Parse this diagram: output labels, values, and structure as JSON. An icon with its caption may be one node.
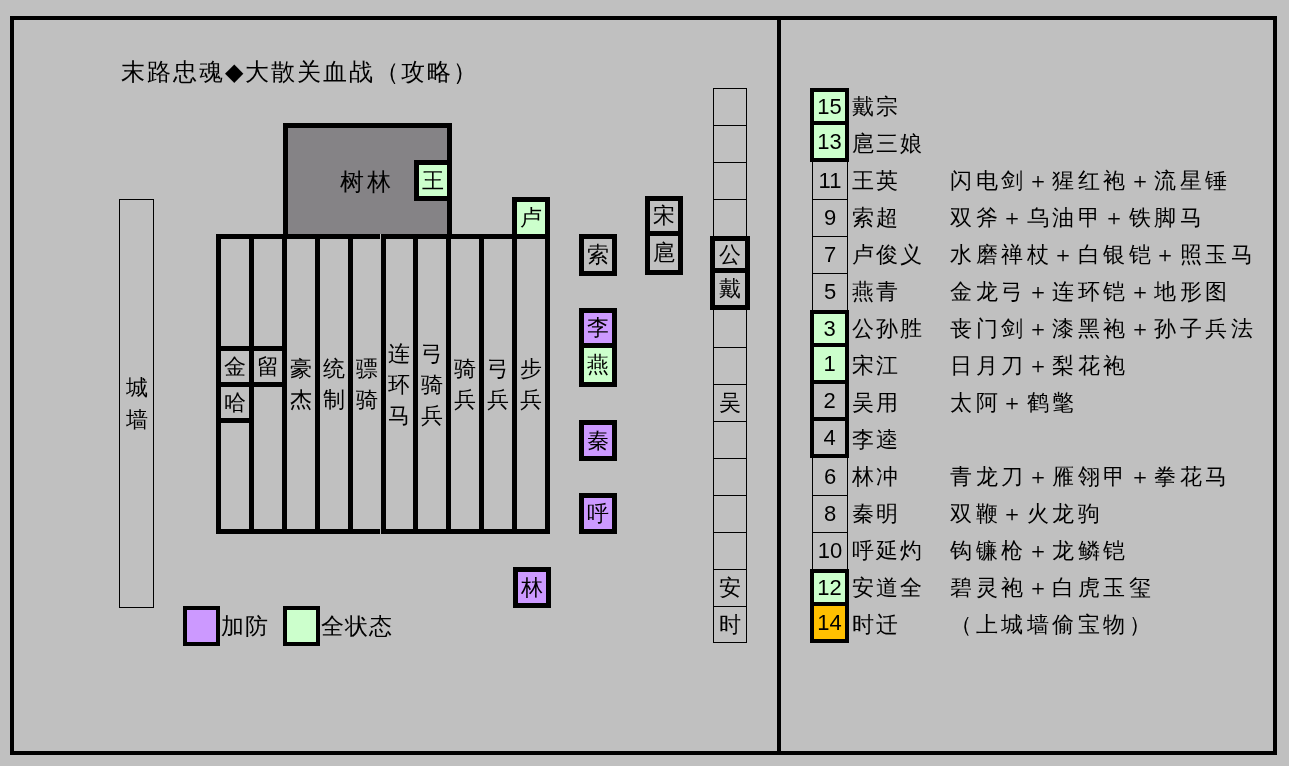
{
  "diagram": {
    "title": "末路忠魂◆大散关血战（攻略）",
    "nodes": [
      {
        "text": [
          "城墙"
        ]
      },
      {
        "text": [
          "树林"
        ]
      },
      {
        "text": [
          "王"
        ],
        "in": 1
      },
      {
        "text": [
          "卢"
        ]
      },
      {
        "text": [],
        "shape": "box"
      },
      {
        "text": [
          "金"
        ],
        "in": 4
      },
      {
        "text": [
          "哈"
        ],
        "in": 4
      },
      {
        "text": [],
        "shape": "box"
      },
      {
        "text": [
          "留"
        ],
        "in": 7
      },
      {
        "text": [
          "豪杰"
        ]
      },
      {
        "text": [
          "统制"
        ]
      },
      {
        "text": [
          "骠骑"
        ]
      },
      {
        "text": [
          "连环马"
        ]
      },
      {
        "text": [
          "弓骑兵"
        ]
      },
      {
        "text": [
          "骑兵"
        ]
      },
      {
        "text": [
          "弓兵"
        ]
      },
      {
        "text": [
          "步兵"
        ]
      },
      {
        "text": [
          "宋"
        ]
      },
      {
        "text": [
          "扈"
        ]
      },
      {
        "text": [
          "索"
        ]
      },
      {
        "text": [
          "李"
        ]
      },
      {
        "text": [
          "燕"
        ]
      },
      {
        "text": [
          "秦"
        ]
      },
      {
        "text": [
          "呼"
        ]
      },
      {
        "text": [
          "林"
        ]
      },
      {
        "text": [],
        "shape": "box"
      },
      {
        "text": [],
        "shape": "box"
      },
      {
        "text": [],
        "shape": "box"
      },
      {
        "text": [],
        "shape": "box"
      },
      {
        "text": [
          "公"
        ]
      },
      {
        "text": [
          "戴"
        ]
      },
      {
        "text": [],
        "shape": "box"
      },
      {
        "text": [],
        "shape": "box"
      },
      {
        "text": [
          "吴"
        ]
      },
      {
        "text": [],
        "shape": "box"
      },
      {
        "text": [],
        "shape": "box"
      },
      {
        "text": [],
        "shape": "box"
      },
      {
        "text": [],
        "shape": "box"
      },
      {
        "text": [
          "安"
        ]
      },
      {
        "text": [
          "时"
        ]
      },
      {
        "text": [
          "15"
        ],
        "beside": [
          "戴宗"
        ]
      },
      {
        "text": [
          "13"
        ],
        "beside": [
          "扈三娘"
        ]
      },
      {
        "text": [
          "11"
        ],
        "beside": [
          "王英",
          "闪电剑＋猩红袍＋流星锤"
        ]
      },
      {
        "text": [
          "9"
        ],
        "beside": [
          "索超",
          "双斧＋乌油甲＋铁脚马"
        ]
      },
      {
        "text": [
          "7"
        ],
        "beside": [
          "卢俊义",
          "水磨禅杖＋白银铠＋照玉马"
        ]
      },
      {
        "text": [
          "5"
        ],
        "beside": [
          "燕青",
          "金龙弓＋连环铠＋地形图"
        ]
      },
      {
        "text": [
          "3"
        ],
        "beside": [
          "公孙胜",
          "丧门剑＋漆黑袍＋孙子兵法"
        ]
      },
      {
        "text": [
          "1"
        ],
        "beside": [
          "宋江",
          "日月刀＋梨花袍"
        ]
      },
      {
        "text": [
          "2"
        ],
        "beside": [
          "吴用",
          "太阿＋鹤氅"
        ]
      },
      {
        "text": [
          "4"
        ],
        "beside": [
          "李逵"
        ]
      },
      {
        "text": [
          "6"
        ],
        "beside": [
          "林冲",
          "青龙刀＋雁翎甲＋拳花马"
        ]
      },
      {
        "text": [
          "8"
        ],
        "beside": [
          "秦明",
          "双鞭＋火龙驹"
        ]
      },
      {
        "text": [
          "10"
        ],
        "beside": [
          "呼延灼",
          "钩镰枪＋龙鳞铠"
        ]
      },
      {
        "text": [
          "12"
        ],
        "beside": [
          "安道全",
          "碧灵袍＋白虎玉玺"
        ]
      },
      {
        "text": [
          "14"
        ],
        "beside": [
          "时迁",
          "（上城墙偷宝物）"
        ]
      }
    ],
    "legend": [
      {
        "text": "加防",
        "color": "#cc99ff"
      },
      {
        "text": "全状态",
        "color": "#ccffcc"
      }
    ]
  }
}
